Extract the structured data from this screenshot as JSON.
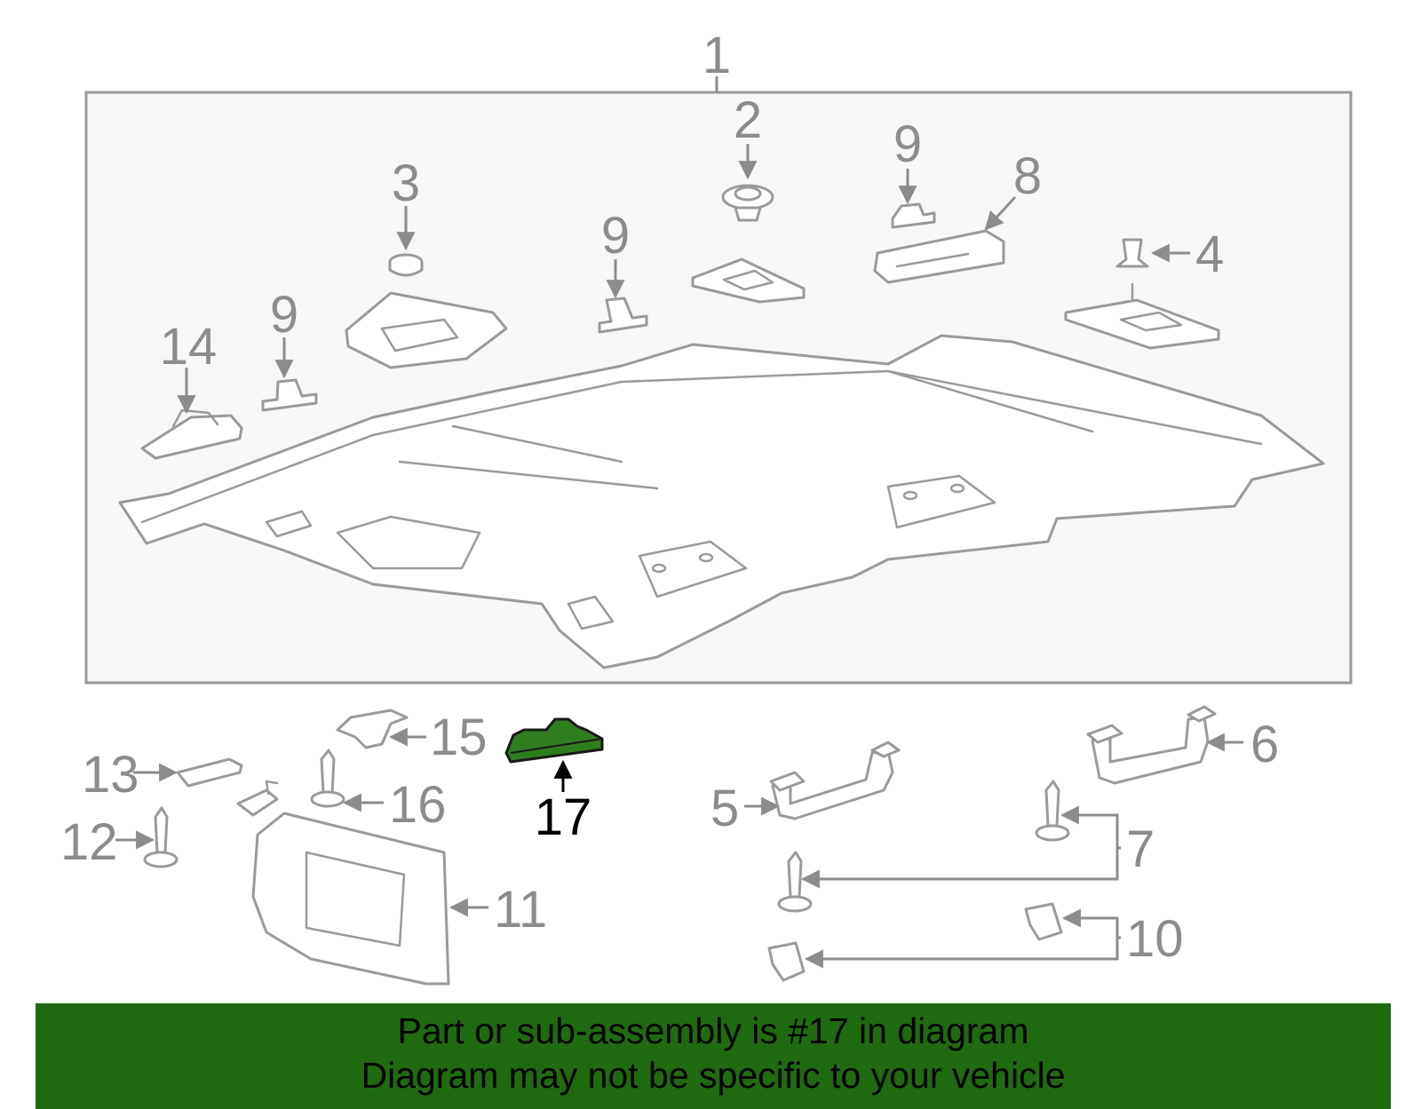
{
  "labels": {
    "c1": "1",
    "c2": "2",
    "c3": "3",
    "c4": "4",
    "c5": "5",
    "c6": "6",
    "c7": "7",
    "c8": "8",
    "c9a": "9",
    "c9b": "9",
    "c9c": "9",
    "c10": "10",
    "c11": "11",
    "c12": "12",
    "c13": "13",
    "c14": "14",
    "c15": "15",
    "c16": "16",
    "c17": "17"
  },
  "highlight": {
    "callout": "17",
    "color": "#2e7d1e"
  },
  "banner": {
    "line1": "Part or sub-assembly is #17 in diagram",
    "line2": "Diagram may not be specific to your vehicle",
    "background": "#1f6b10"
  }
}
